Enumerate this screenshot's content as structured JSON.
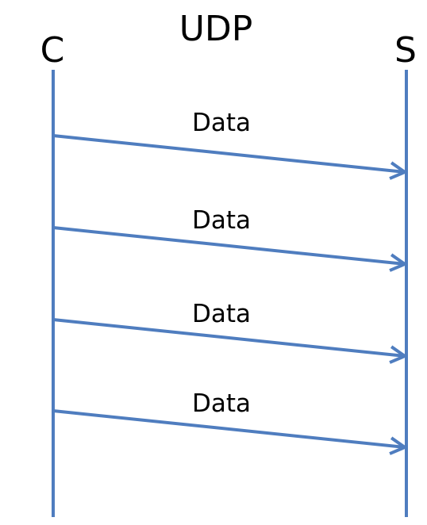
{
  "diagram": {
    "title": "UDP",
    "client_label": "C",
    "server_label": "S",
    "line_color": "#4f7dbf",
    "messages": [
      {
        "label": "Data",
        "from": "C",
        "to": "S"
      },
      {
        "label": "Data",
        "from": "C",
        "to": "S"
      },
      {
        "label": "Data",
        "from": "C",
        "to": "S"
      },
      {
        "label": "Data",
        "from": "C",
        "to": "S"
      }
    ]
  }
}
